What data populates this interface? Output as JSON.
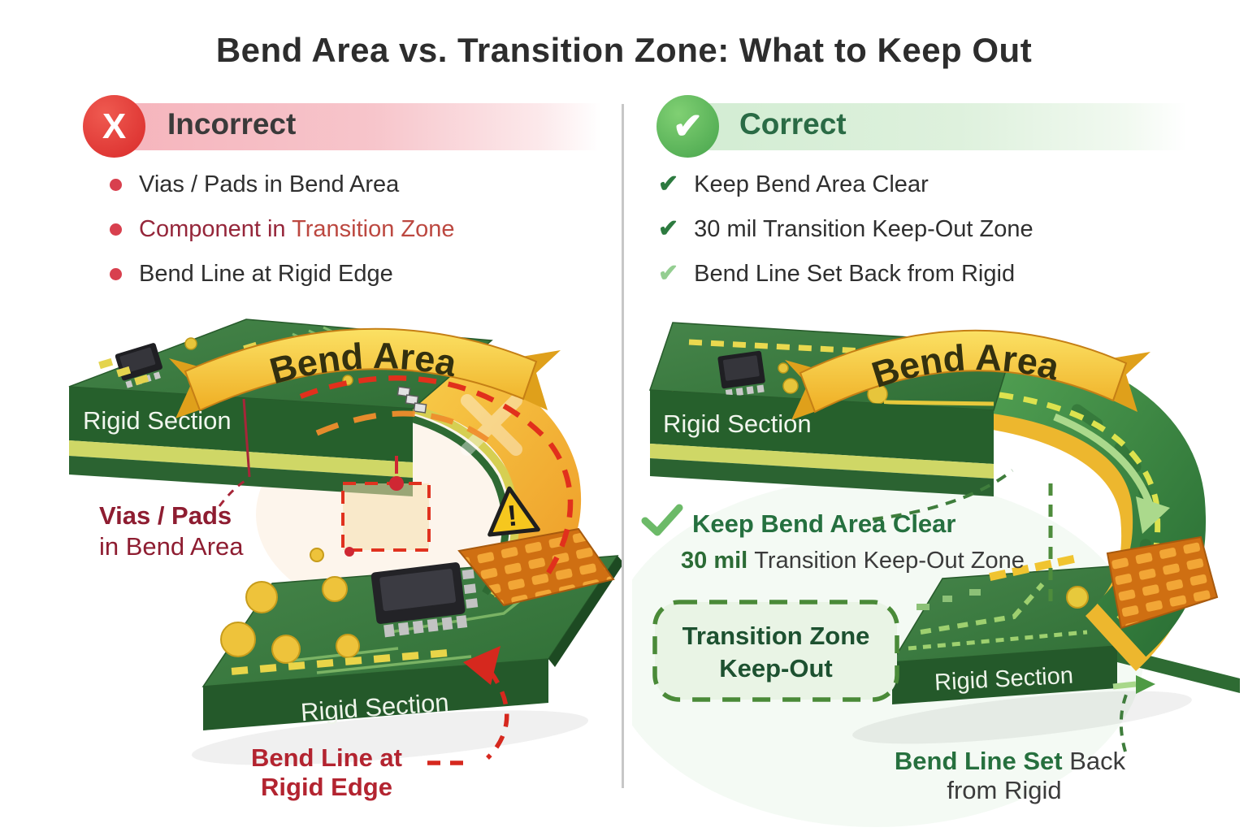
{
  "title": "Bend Area vs. Transition Zone: What to Keep Out",
  "icons": {
    "cross": "X",
    "check": "✔",
    "warning": "!"
  },
  "colors": {
    "incorrect_accent": "#e23636",
    "incorrect_bar": "#f5b3bb",
    "correct_accent": "#57b757",
    "correct_bar": "#d2ecd2",
    "correct_text": "#2a6b45",
    "dark_text": "#2f2f2f",
    "red_label": "#b32430",
    "maroon_label": "#8e1d31",
    "green_label": "#26703e",
    "pcb_green": "#2f6e33",
    "flex_gold": "#f0b62c",
    "copper_orange": "#e07818"
  },
  "incorrect": {
    "header": "Incorrect",
    "bullets": [
      {
        "text": "Vias / Pads in Bend Area"
      },
      {
        "text": "Component in ",
        "highlight": "Transition Zone"
      },
      {
        "text": "Bend Line at Rigid Edge"
      }
    ],
    "diagram": {
      "banner": "Bend Area",
      "rigid_top": "Rigid Section",
      "rigid_bottom": "Rigid Section",
      "vias_label_line1": "Vias / Pads",
      "vias_label_line2": "in Bend Area",
      "bendline_label_line1": "Bend Line at",
      "bendline_label_line2": "Rigid Edge"
    }
  },
  "correct": {
    "header": "Correct",
    "bullets": [
      {
        "text": "Keep Bend Area Clear"
      },
      {
        "text": "30 mil Transition Keep-Out Zone"
      },
      {
        "text": "Bend Line Set Back from Rigid"
      }
    ],
    "diagram": {
      "banner": "Bend Area",
      "rigid_top": "Rigid Section",
      "rigid_bottom": "Rigid Section",
      "clear_callout": "Keep Bend Area Clear",
      "mil_bold": "30 mil",
      "mil_rest": " Transition Keep-Out Zone",
      "transition_box_line1": "Transition Zone",
      "transition_box_line2": "Keep-Out",
      "setback_bold": "Bend Line Set",
      "setback_rest": " Back",
      "setback_line2": "from Rigid"
    }
  }
}
